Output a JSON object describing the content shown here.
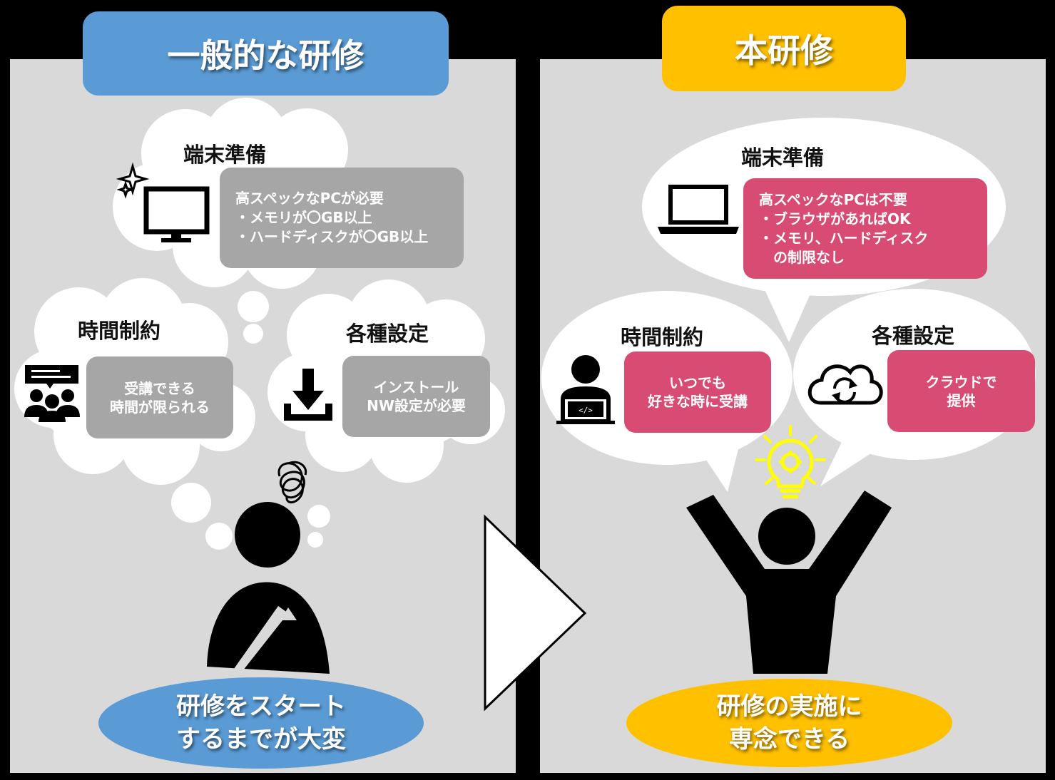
{
  "left": {
    "tab_title": "一般的な研修",
    "device": {
      "heading": "端末準備",
      "lines": [
        "高スペックなPCが必要",
        "・メモリが〇GB以上",
        "・ハードディスクが〇GB以上"
      ],
      "icon": "desktop-monitor-icon"
    },
    "time": {
      "heading": "時間制約",
      "lines": [
        "受講できる",
        "時間が限られる"
      ],
      "icon": "meeting-audience-icon"
    },
    "settings": {
      "heading": "各種設定",
      "lines": [
        "インストール",
        "NW設定が必要"
      ],
      "icon": "download-icon"
    },
    "conclusion": [
      "研修をスタート",
      "するまでが大変"
    ]
  },
  "right": {
    "tab_title": "本研修",
    "device": {
      "heading": "端末準備",
      "lines": [
        "高スペックなPCは不要",
        "・ブラウザがあればOK",
        "・メモリ、ハードディスク",
        "　の制限なし"
      ],
      "icon": "laptop-icon"
    },
    "time": {
      "heading": "時間制約",
      "lines": [
        "いつでも",
        "好きな時に受講"
      ],
      "icon": "person-laptop-icon"
    },
    "settings": {
      "heading": "各種設定",
      "lines": [
        "クラウドで",
        "提供"
      ],
      "icon": "cloud-sync-icon"
    },
    "conclusion": [
      "研修の実施に",
      "専念できる"
    ]
  },
  "colors": {
    "panel": "#d9d9d9",
    "left_accent": "#5b9bd5",
    "right_accent": "#ffc000",
    "gray_box": "#a6a6a6",
    "pink_box": "#d84b73",
    "bulb": "#ffff00"
  }
}
